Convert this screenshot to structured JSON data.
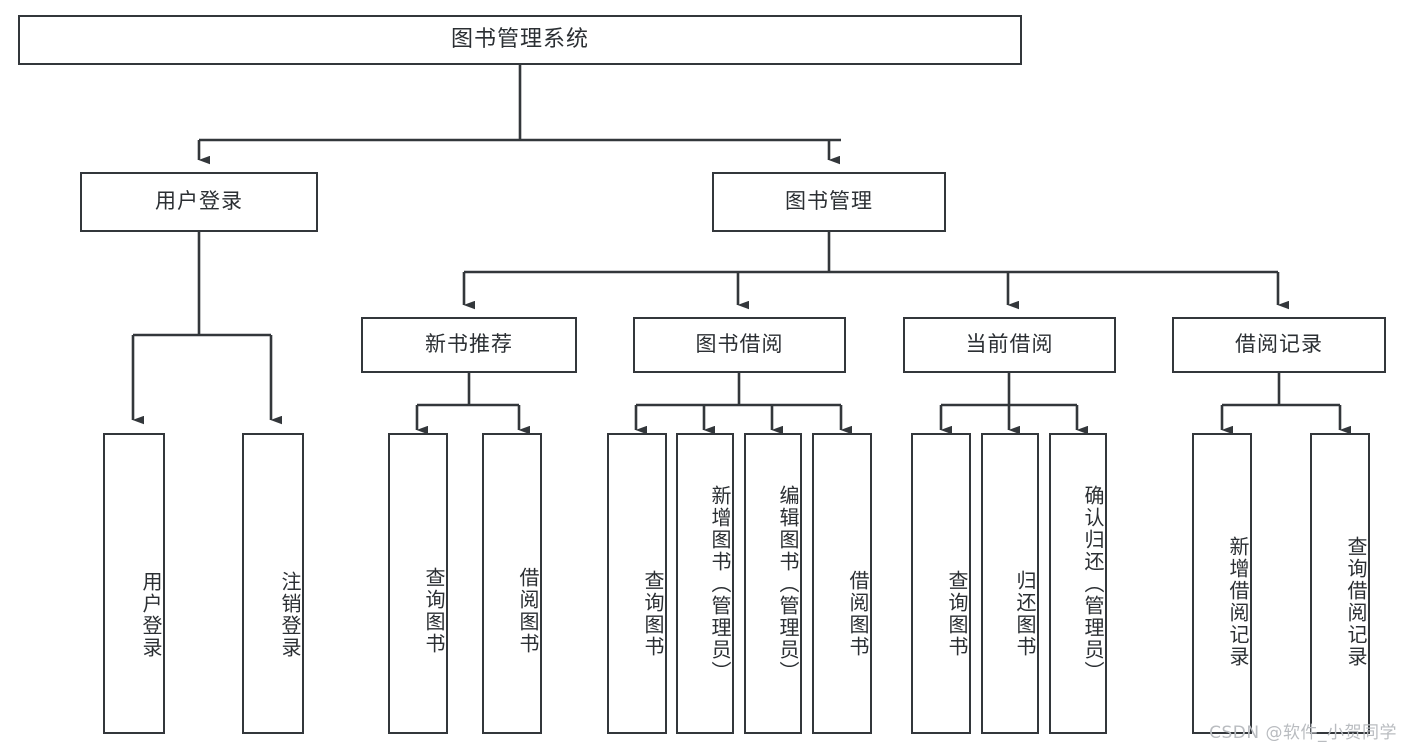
{
  "diagram": {
    "title": "图书管理系统",
    "type": "tree-hierarchy-diagram",
    "stroke_color": "#33373b",
    "text_color": "#2b2f33",
    "background_color": "#ffffff",
    "levels": 4
  },
  "root": {
    "label": "图书管理系统"
  },
  "level2": {
    "user_login": {
      "label": "用户登录"
    },
    "book_manage": {
      "label": "图书管理"
    }
  },
  "level3": {
    "new_book_recommend": {
      "label": "新书推荐"
    },
    "book_borrow": {
      "label": "图书借阅"
    },
    "current_borrow": {
      "label": "当前借阅"
    },
    "borrow_record": {
      "label": "借阅记录"
    }
  },
  "leaves": {
    "user_login": [
      {
        "label": "用户登录"
      },
      {
        "label": "注销登录"
      }
    ],
    "new_book_recommend": [
      {
        "label": "查询图书"
      },
      {
        "label": "借阅图书"
      }
    ],
    "book_borrow": [
      {
        "label": "查询图书"
      },
      {
        "label": "新增图书（管理员）"
      },
      {
        "label": "编辑图书（管理员）"
      },
      {
        "label": "借阅图书"
      }
    ],
    "current_borrow": [
      {
        "label": "查询图书"
      },
      {
        "label": "归还图书"
      },
      {
        "label": "确认归还（管理员）"
      }
    ],
    "borrow_record": [
      {
        "label": "新增借阅记录"
      },
      {
        "label": "查询借阅记录"
      }
    ]
  },
  "watermark": {
    "text": "CSDN @软件_小贺同学"
  }
}
